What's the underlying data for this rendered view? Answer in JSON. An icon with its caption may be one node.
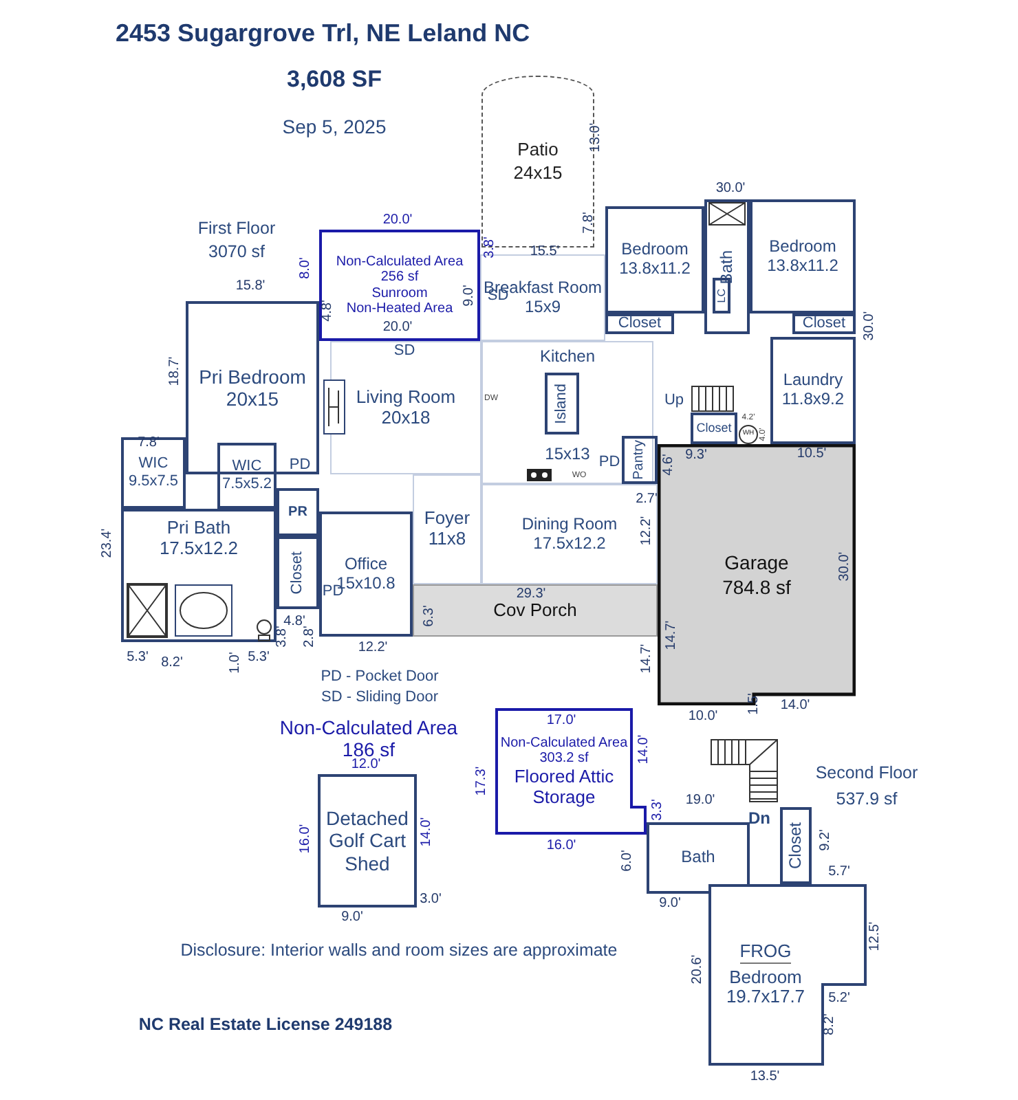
{
  "diagram": {
    "title": "2453 Sugargrove Trl, NE Leland NC",
    "nodes": [
      {
        "text": [
          "Patio",
          "24x15"
        ]
      },
      {
        "text": [
          "Non-Calculated Area",
          "256 sf",
          "Sunroom",
          "Non-Heated Area"
        ]
      },
      {
        "text": [
          "Breakfast Room",
          "15x9"
        ]
      },
      {
        "text": [
          "Bedroom",
          "13.8x11.2"
        ]
      },
      {
        "text": [
          "Bath"
        ]
      },
      {
        "text": [
          "LC"
        ],
        "in": 4
      },
      {
        "text": [
          "Bedroom",
          "13.8x11.2"
        ]
      },
      {
        "text": [
          "Closet"
        ]
      },
      {
        "text": [
          "Closet"
        ]
      },
      {
        "text": [
          "Pri Bedroom",
          "20x15"
        ]
      },
      {
        "text": [
          "Living Room",
          "20x18"
        ]
      },
      {
        "text": [
          "Kitchen",
          "15x13"
        ]
      },
      {
        "text": [
          "Island"
        ],
        "in": 11
      },
      {
        "text": [
          "Laundry",
          "11.8x9.2"
        ]
      },
      {
        "text": [
          "Closet"
        ]
      },
      {
        "text": [
          "Pantry"
        ]
      },
      {
        "text": [
          "WH"
        ]
      },
      {
        "text": [
          "WIC",
          "9.5x7.5"
        ]
      },
      {
        "text": [
          "WIC",
          "7.5x5.2"
        ]
      },
      {
        "text": [
          "PR"
        ]
      },
      {
        "text": [
          "Foyer",
          "11x8"
        ]
      },
      {
        "text": [
          "Dining Room",
          "17.5x12.2"
        ]
      },
      {
        "text": [
          "Garage",
          "784.8 sf"
        ]
      },
      {
        "text": [
          "Pri Bath",
          "17.5x12.2"
        ]
      },
      {
        "text": [
          "Closet"
        ]
      },
      {
        "text": [
          "Office",
          "15x10.8"
        ]
      },
      {
        "text": [
          "Cov Porch"
        ]
      },
      {
        "text": [
          "Non-Calculated Area",
          "303.2 sf",
          "Floored Attic Storage"
        ]
      },
      {
        "text": [
          "Detached Golf Cart Shed"
        ]
      },
      {
        "text": [
          "Bath"
        ]
      },
      {
        "text": [
          "Closet"
        ]
      },
      {
        "text": [
          "FROG",
          "Bedroom",
          "19.7x17.7"
        ]
      }
    ],
    "edges": [],
    "labels": [
      "3,608 SF",
      "Sep 5, 2025",
      "First Floor",
      "3070 sf",
      "20.0'",
      "13.0'",
      "8.0'",
      "3.8'",
      "7.8'",
      "30.0'",
      "15.5'",
      "15.8'",
      "4.8'",
      "9.0'",
      "SD",
      "20.0'",
      "SD",
      "30.0'",
      "18.7'",
      "DW",
      "Up",
      "7.8'",
      "4.2'",
      "4.0'",
      "9.3'",
      "4.6'",
      "10.5'",
      "PD",
      "PD",
      "WO",
      "2.7'",
      "12.2'",
      "30.0'",
      "23.4'",
      "PD",
      "29.3'",
      "6.3'",
      "14.7'",
      "14.7'",
      "4.8'",
      "3.8'",
      "2.8'",
      "12.2'",
      "5.3'",
      "5.3'",
      "8.2'",
      "1.0'",
      "PD - Pocket Door",
      "SD - Sliding Door",
      "10.0'",
      "1.5'",
      "14.0'",
      "17.0'",
      "Non-Calculated Area",
      "186 sf",
      "14.0'",
      "12.0'",
      "17.3'",
      "Second Floor",
      "19.0'",
      "537.9 sf",
      "Dn",
      "3.3'",
      "16.0'",
      "14.0'",
      "9.2'",
      "16.0'",
      "6.0'",
      "5.7'",
      "9.0'",
      "3.0'",
      "9.0'",
      "12.5'",
      "20.6'",
      "5.2'",
      "8.2'",
      "13.5'",
      "Disclosure: Interior walls and room sizes are approximate",
      "NC Real Estate License 249188"
    ]
  }
}
